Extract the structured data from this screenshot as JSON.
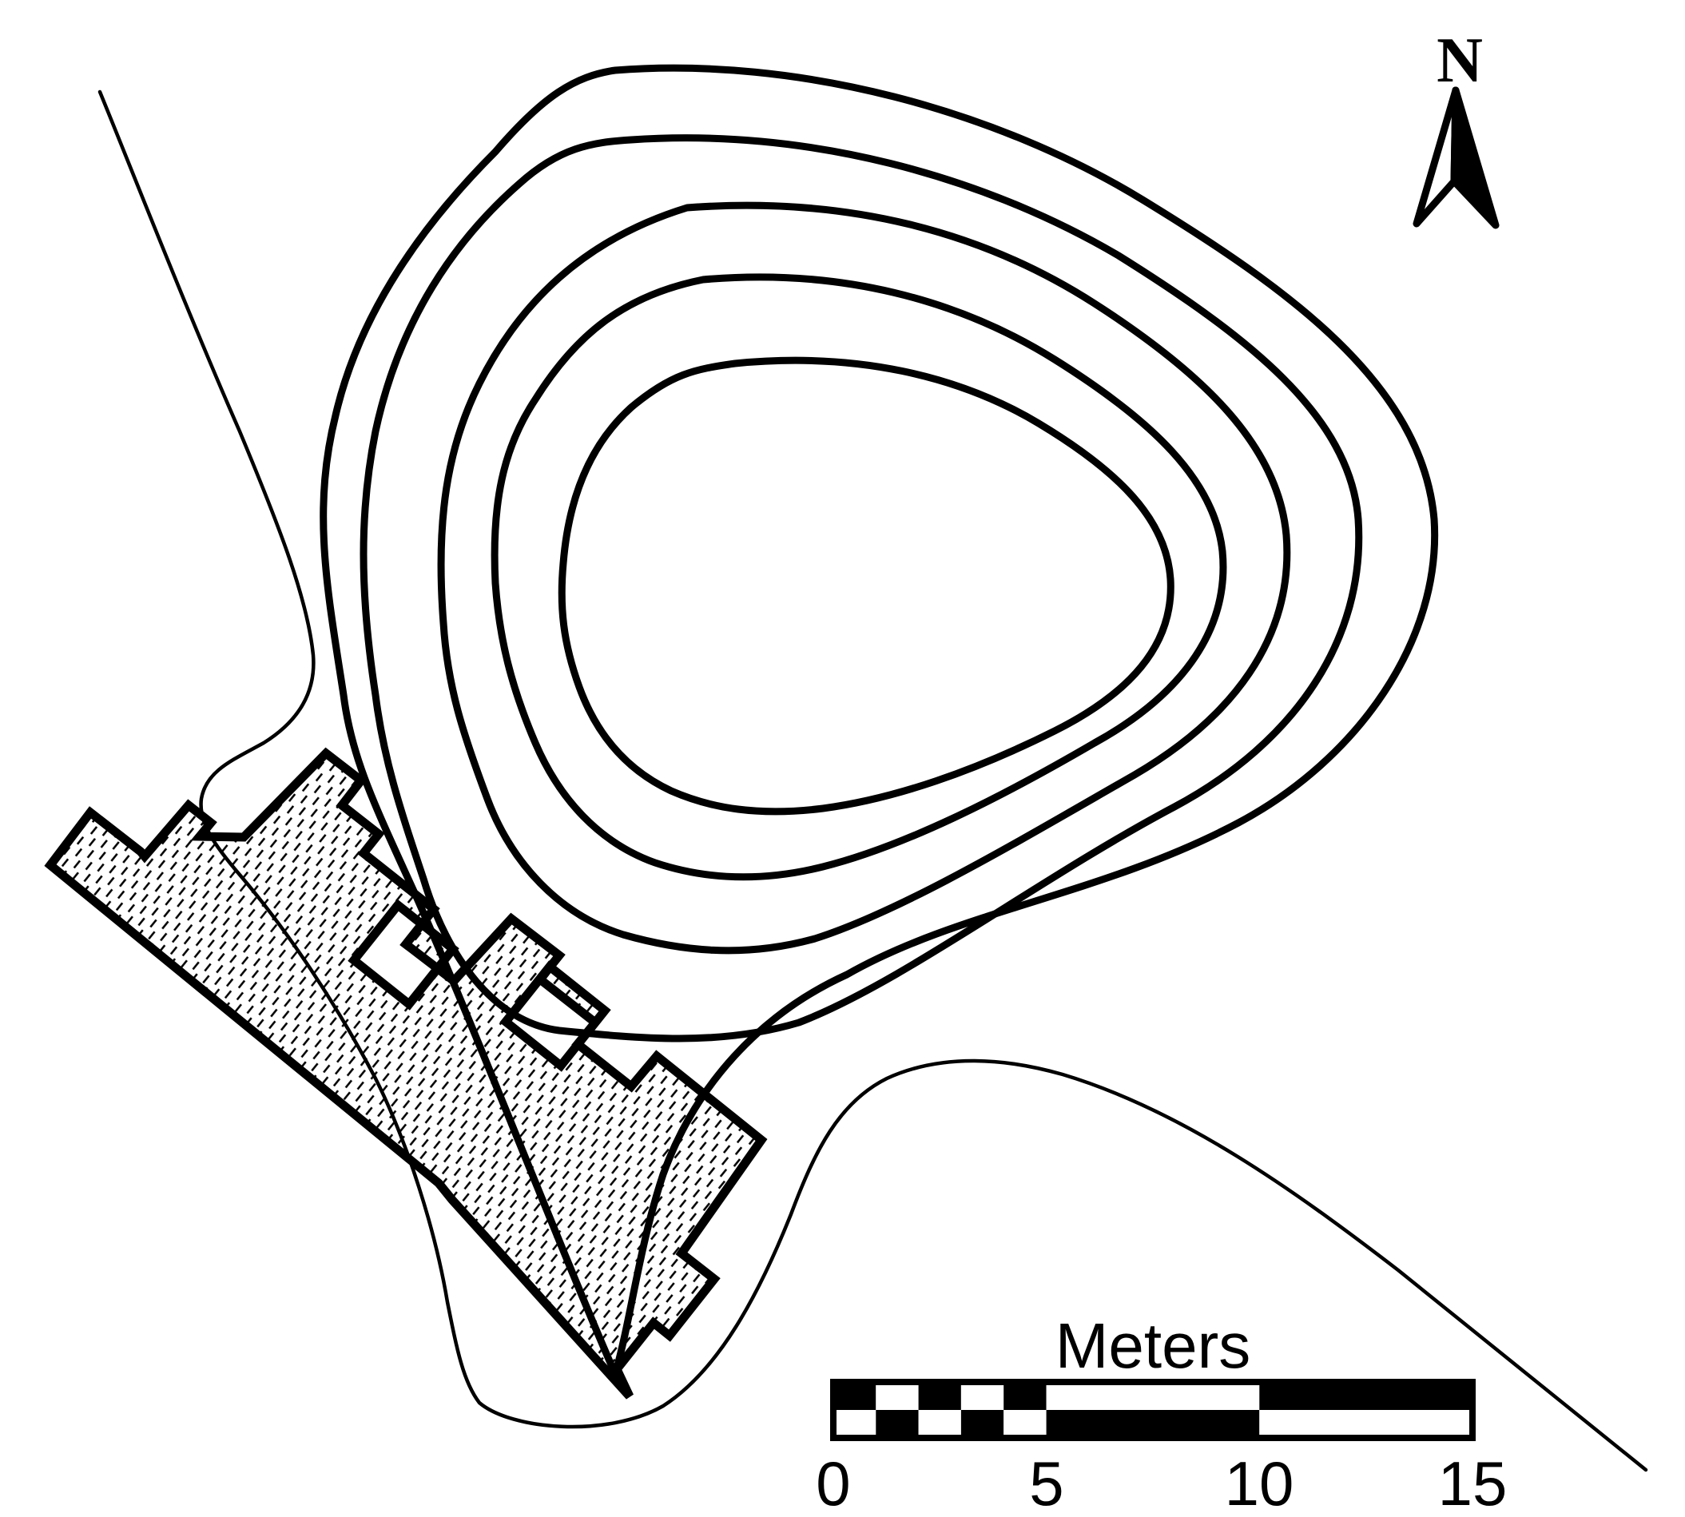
{
  "figure": {
    "kind": "archaeological site plan",
    "features": {
      "contour_ring_count": 5,
      "excavation_fill_style": "diagonal-hatch",
      "stream_lines": 1
    }
  },
  "north_arrow": {
    "label": "N"
  },
  "scale_bar": {
    "title": "Meters",
    "ticks": [
      "0",
      "5",
      "10",
      "15"
    ],
    "interval_meters": 5,
    "style": "checkered"
  },
  "colors": {
    "ink": "#000000",
    "paper": "#ffffff"
  }
}
